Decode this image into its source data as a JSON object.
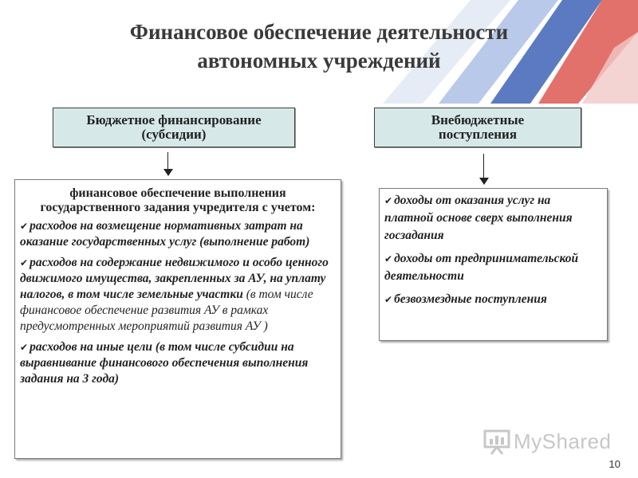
{
  "title": {
    "line1": "Финансовое обеспечение деятельности",
    "line2": "автономных учреждений"
  },
  "left_header": {
    "line1": "Бюджетное финансирование",
    "line2": "(субсидии)"
  },
  "right_header": {
    "line1": "Внебюджетные",
    "line2": "поступления"
  },
  "left_box": {
    "lead": "финансовое обеспечение выполнения государственного задания учредителя с учетом:",
    "items": [
      {
        "text": "расходов на возмещение нормативных затрат на оказание государственных услуг (выполнение работ)",
        "note": ""
      },
      {
        "text": "расходов на содержание недвижимого и особо ценного движимого имущества, закрепленных за АУ, на уплату налогов, в том числе земельные участки",
        "note": " (в том числе финансовое обеспечение развития АУ в рамках предусмотренных мероприятий развития АУ )"
      },
      {
        "text": "расходов на иные цели (в том числе субсидии на выравнивание финансового обеспечения выполнения задания на 3 года)",
        "note": ""
      }
    ]
  },
  "right_box": {
    "items": [
      "доходы от оказания услуг на платной основе сверх выполнения госзадания",
      "доходы от предпринимательской деятельности",
      "безвозмездные поступления"
    ]
  },
  "logo_text": "MyShared",
  "page_number": "10",
  "colors": {
    "header_fill": "#d6e9e8",
    "stripe_blue": "#3f63b7",
    "stripe_red": "#d9413a"
  }
}
